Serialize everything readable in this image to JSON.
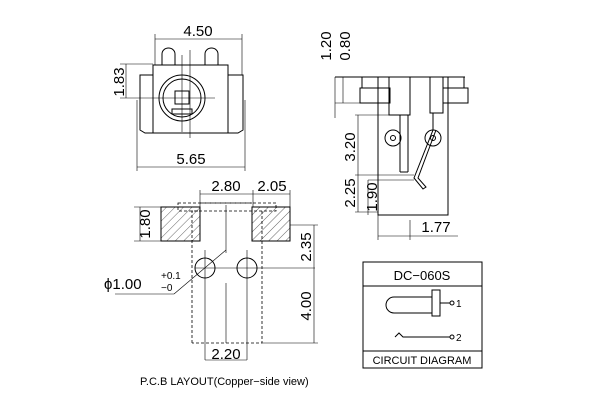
{
  "front_view": {
    "width_top": "4.50",
    "width_bottom": "5.65",
    "height": "1.83"
  },
  "side_view": {
    "dim_1": "1.20",
    "dim_2": "0.80",
    "dim_3": "3.20",
    "dim_4": "2.25",
    "dim_5": "1.90",
    "dim_6": "1.77"
  },
  "pcb_layout": {
    "dim_pad_pitch": "2.80",
    "dim_pad_width": "2.05",
    "dim_pad_height": "1.80",
    "dim_vertical_1": "2.35",
    "dim_vertical_2": "4.00",
    "dim_hole_pitch": "2.20",
    "hole_diameter": "ϕ1.00",
    "tol_plus": "+0.1",
    "tol_minus": "−0",
    "caption": "P.C.B LAYOUT(Copper−side view)"
  },
  "circuit": {
    "model": "DC−060S",
    "pin_1": "1",
    "pin_2": "2",
    "title": "CIRCUIT DIAGRAM"
  }
}
